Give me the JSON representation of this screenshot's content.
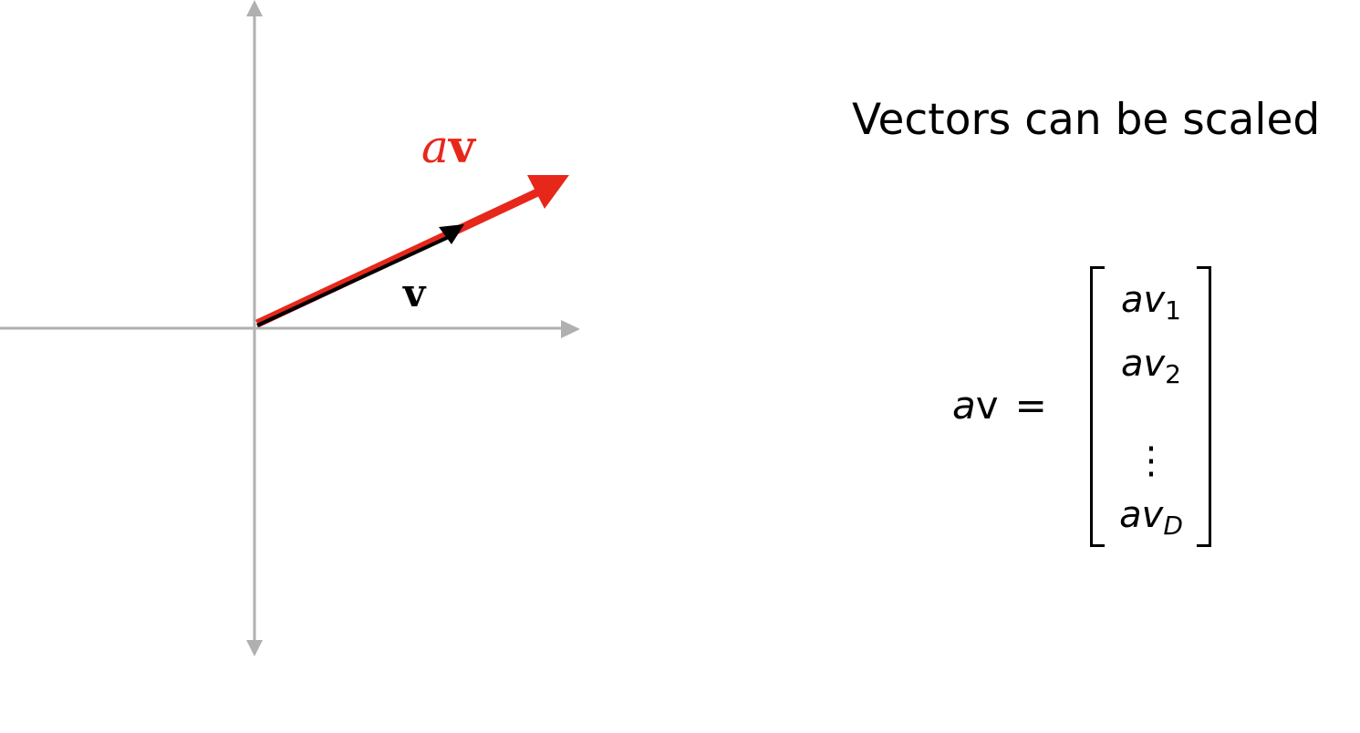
{
  "diagram": {
    "scaled_vector_label": "av",
    "scaled_vector_label_parts": {
      "scalar": "a",
      "vector": "v"
    },
    "vector_label": "v",
    "colors": {
      "axes": "#b0b0b0",
      "vector": "#000000",
      "scaled_vector": "#e8271b"
    }
  },
  "text": {
    "heading": "Vectors can be scaled"
  },
  "equation": {
    "lhs_scalar": "a",
    "lhs_vector": "v",
    "equals": "=",
    "entries": [
      {
        "base": "av",
        "sub": "1"
      },
      {
        "base": "av",
        "sub": "2"
      },
      {
        "base": "av",
        "sub": "D"
      }
    ],
    "ellipsis": "⋮"
  }
}
